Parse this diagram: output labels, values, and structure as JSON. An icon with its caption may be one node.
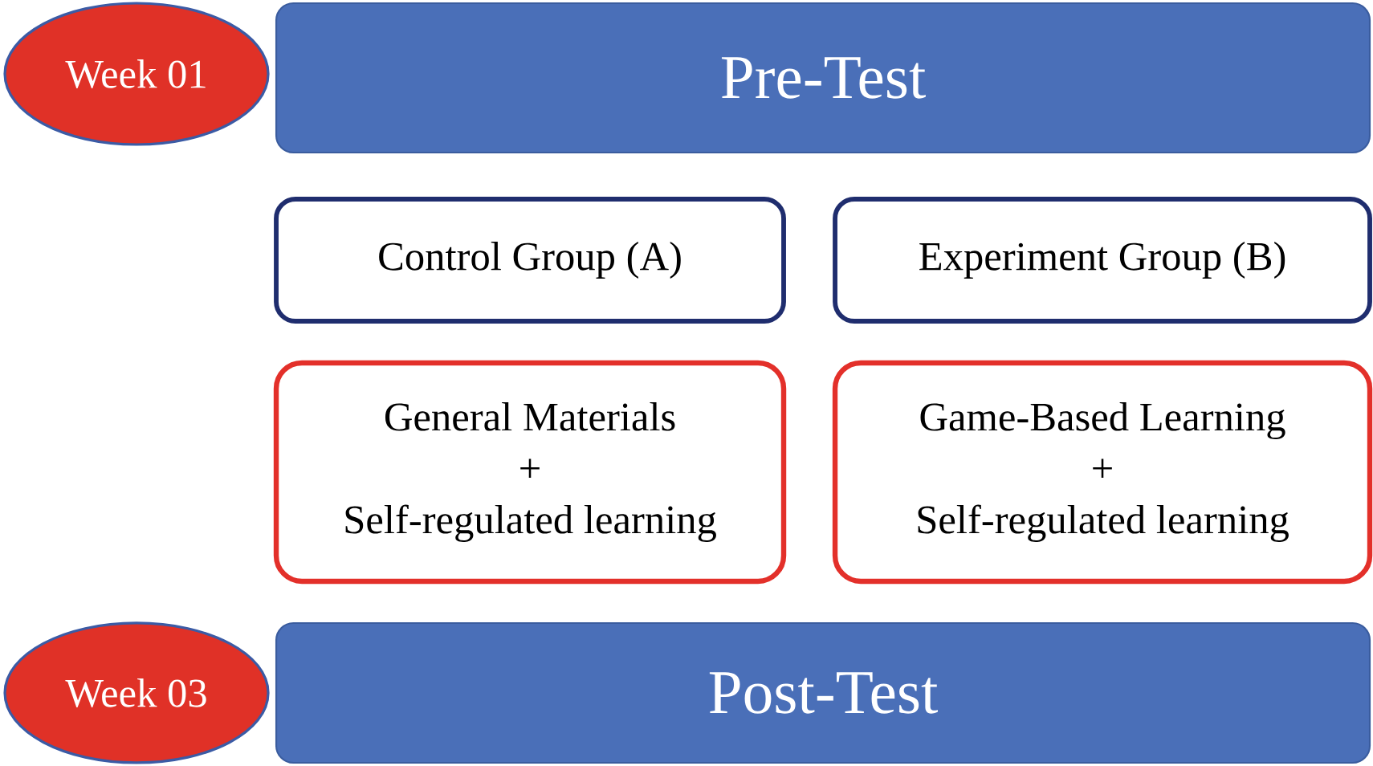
{
  "diagram": {
    "nodes": [
      {
        "text": [
          "Week 01"
        ]
      },
      {
        "text": [
          "Pre-Test"
        ]
      },
      {
        "text": [
          "Control Group (A)"
        ]
      },
      {
        "text": [
          "Experiment Group (B)"
        ]
      },
      {
        "text": [
          "General Materials",
          "+",
          "Self-regulated learning"
        ]
      },
      {
        "text": [
          "Game-Based Learning",
          "+",
          "Self-regulated learning"
        ]
      },
      {
        "text": [
          "Week 03"
        ]
      },
      {
        "text": [
          "Post-Test"
        ]
      }
    ]
  }
}
